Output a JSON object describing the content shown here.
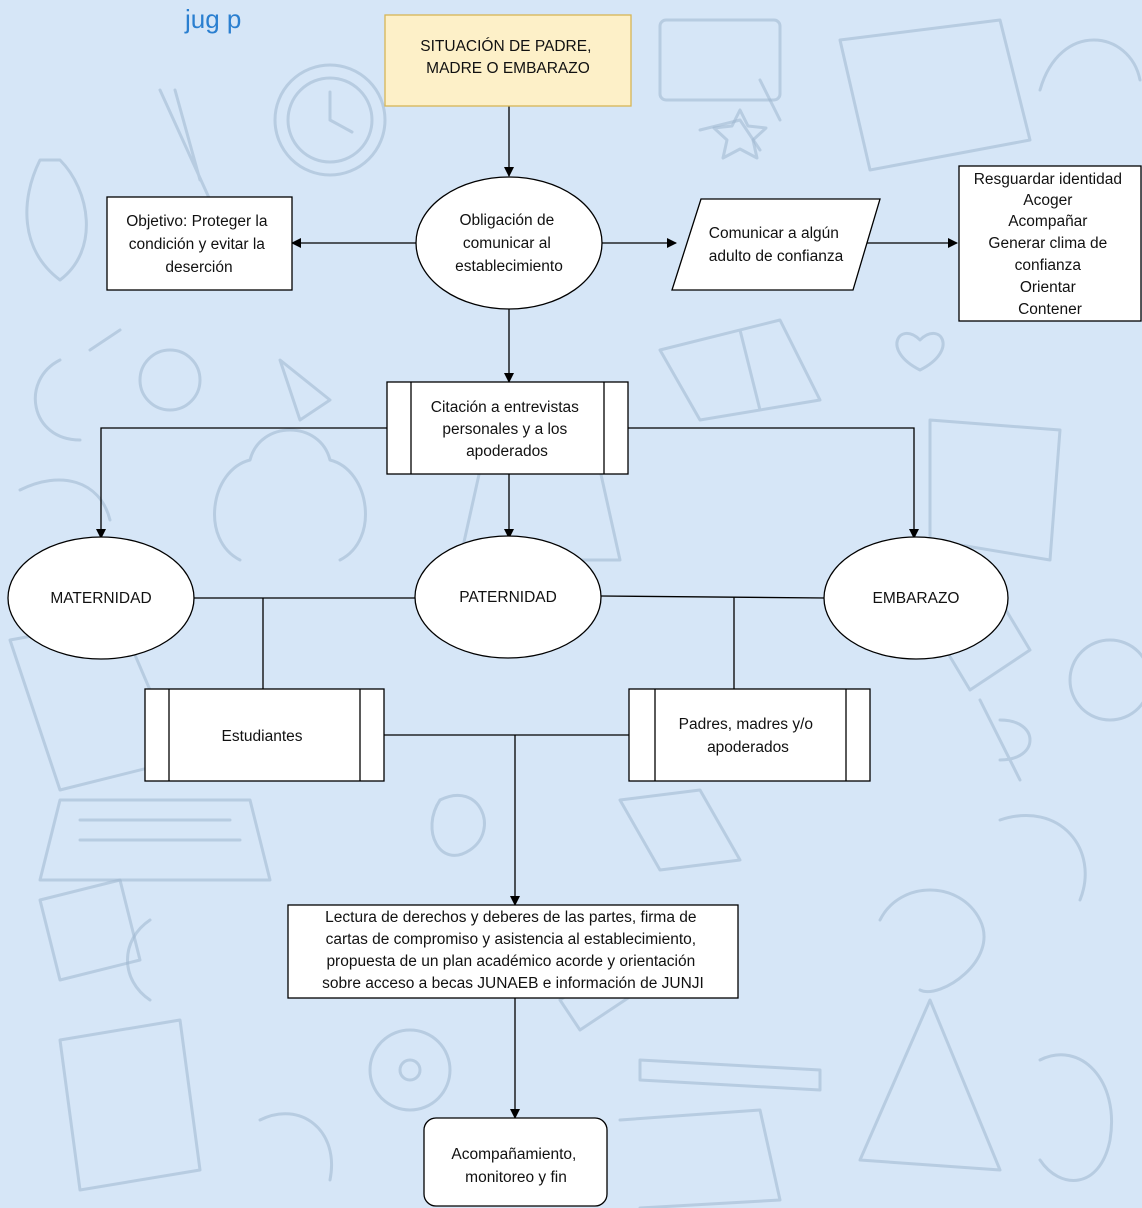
{
  "header_fragment": "jug                    p",
  "nodes": {
    "start": [
      "SITUACIÓN DE PADRE,",
      "MADRE O EMBARAZO"
    ],
    "obligation": [
      "Obligación de",
      "comunicar al",
      "establecimiento"
    ],
    "objective": [
      "Objetivo: Proteger la",
      "condición y evitar la",
      "deserción"
    ],
    "communicate": [
      "Comunicar a algún",
      "adulto de confianza"
    ],
    "actions": [
      "Resguardar identidad",
      "Acoger",
      "Acompañar",
      "Generar clima de",
      "confianza",
      "Orientar",
      "Contener"
    ],
    "citation": [
      "Citación a entrevistas",
      "personales y a los",
      "apoderados"
    ],
    "maternity": [
      "MATERNIDAD"
    ],
    "paternity": [
      "PATERNIDAD"
    ],
    "pregnancy": [
      "EMBARAZO"
    ],
    "students": [
      "Estudiantes"
    ],
    "parents": [
      "Padres, madres y/o",
      "apoderados"
    ],
    "reading": [
      "Lectura de derechos y deberes de las partes, firma de",
      "cartas de compromiso y asistencia al establecimiento,",
      "propuesta de un plan académico acorde y orientación",
      "sobre acceso a becas JUNAEB e información de JUNJI"
    ],
    "end": [
      "Acompañamiento,",
      "monitoreo y fin"
    ]
  },
  "colors": {
    "background": "#d6e6f7",
    "start_fill": "#fdf0c8",
    "start_stroke": "#d6b656",
    "node_fill": "#ffffff",
    "line": "#000000",
    "header": "#2a7fd0"
  }
}
